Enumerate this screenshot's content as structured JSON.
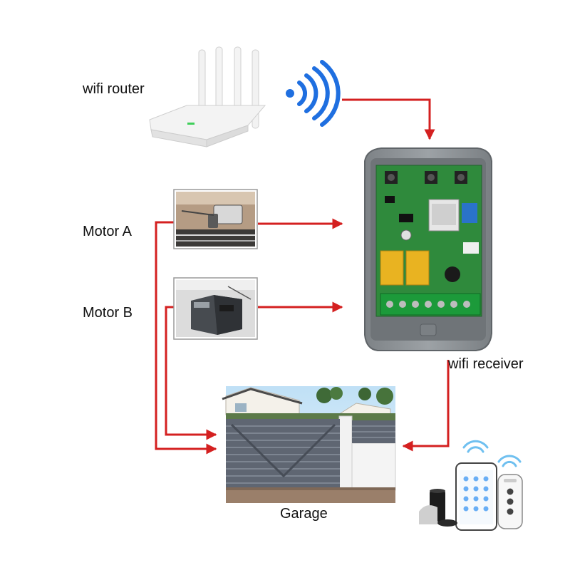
{
  "labels": {
    "wifi_router": "wifi router",
    "motor_a": "Motor A",
    "motor_b": "Motor B",
    "wifi_receiver": "wifi receiver",
    "garage": "Garage"
  },
  "colors": {
    "arrow": "#d42020",
    "wifi_waves": "#1f6fe0",
    "receiver_case": "#8a8f93",
    "circuit_board": "#2f8a3c",
    "terminal_block": "#1c9a3a",
    "relay": "#e9b321",
    "gate": "#5f6672",
    "app_icons": "#69aef5"
  },
  "icons": {
    "router": "wifi-router-icon",
    "signal": "wifi-signal-icon",
    "receiver": "wifi-receiver-board-icon",
    "motor_a": "garage-door-motor-icon",
    "motor_b": "gate-motor-icon",
    "garage": "sliding-gate-icon",
    "phone": "smartphone-app-icon",
    "remote": "remote-control-icon",
    "speaker": "smart-speaker-icon"
  }
}
